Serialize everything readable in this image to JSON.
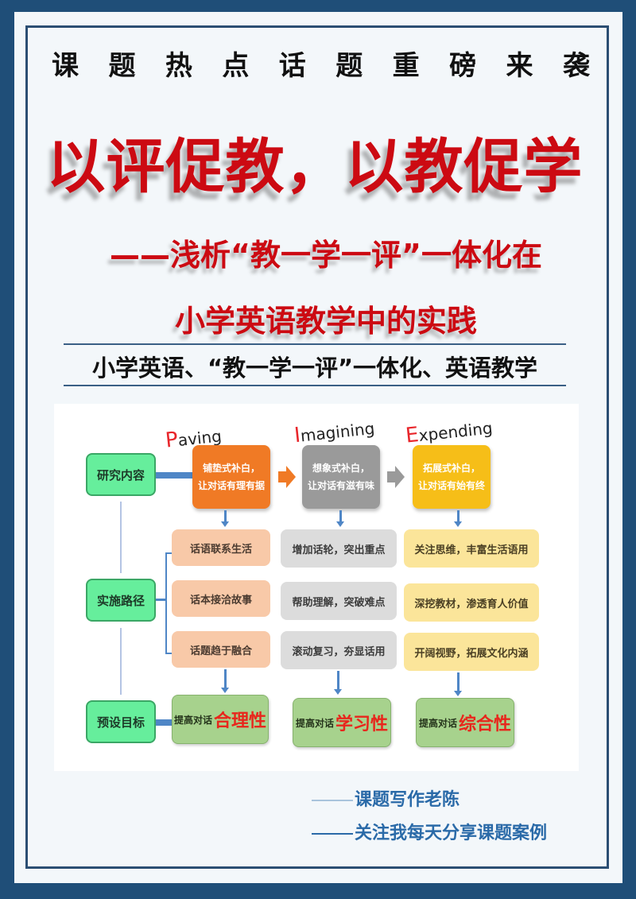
{
  "banner": {
    "chars": [
      "课",
      "题",
      "热",
      "点",
      "话",
      "题",
      "重",
      "磅",
      "来",
      "袭"
    ]
  },
  "title": "以评促教，以教促学",
  "subtitle": {
    "line1": "——浅析“教一学一评”一体化在",
    "line2": "小学英语教学中的实践"
  },
  "keywords": "小学英语、“教一学一评”一体化、英语教学",
  "diagram": {
    "rows": {
      "research": "研究内容",
      "path": "实施路径",
      "goal": "预设目标"
    },
    "stages": [
      {
        "label_cap": "P",
        "label_rest": "aving",
        "line1": "铺垫式补白，",
        "line2": "让对话有理有据",
        "color": "#f07a25"
      },
      {
        "label_cap": "I",
        "label_rest": "magining",
        "line1": "想象式补白，",
        "line2": "让对话有滋有味",
        "color": "#9a9a9a"
      },
      {
        "label_cap": "E",
        "label_rest": "xpending",
        "line1": "拓展式补白，",
        "line2": "让对话有始有终",
        "color": "#f6be18"
      }
    ],
    "steps": [
      [
        "话语联系生活",
        "话本接洽故事",
        "话题趋于融合"
      ],
      [
        "增加话轮，突出重点",
        "帮助理解，突破难点",
        "滚动复习，夯显话用"
      ],
      [
        "关注思维，丰富生活语用",
        "深挖教材，渗透育人价值",
        "开阔视野，拓展文化内涵"
      ]
    ],
    "goals": [
      {
        "prefix": "提高对话",
        "emphasis": "合理性"
      },
      {
        "prefix": "提高对话",
        "emphasis": "学习性"
      },
      {
        "prefix": "提高对话",
        "emphasis": "综合性"
      }
    ]
  },
  "signature": {
    "line1": "课题写作老陈",
    "line2": "关注我每天分享课题案例"
  },
  "colors": {
    "frame": "#1f4e78",
    "title_red": "#cc0a12",
    "signature_blue": "#2a6aa8"
  }
}
